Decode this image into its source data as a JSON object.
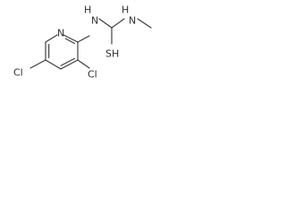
{
  "molecule": {
    "atoms": {
      "n_ring": "N",
      "n_amine": "N",
      "h_amine": "H",
      "n_methyl": "N",
      "h_methyl": "H",
      "s_thiol": "SH",
      "cl_3": "Cl",
      "cl_5": "Cl"
    }
  },
  "colors": {
    "bond": "#3a3a3a",
    "label": "#303030",
    "background": "#ffffff"
  }
}
